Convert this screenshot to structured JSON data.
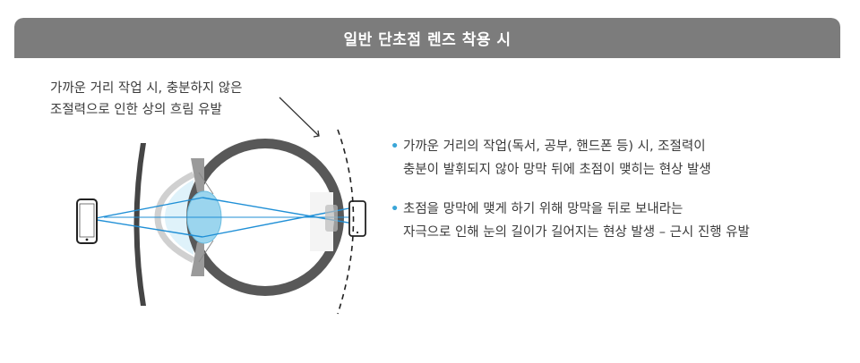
{
  "header": {
    "title": "일반 단초점 렌즈 착용 시"
  },
  "callout": {
    "lines": [
      "가까운 거리 작업 시, 충분하지 않은",
      "조절력으로 인한 상의 흐림 유발"
    ]
  },
  "bullets": [
    {
      "lines": [
        "가까운 거리의 작업(독서, 공부, 핸드폰 등) 시, 조절력이",
        "충분이 발휘되지 않아 망막 뒤에 초점이 맺히는 현상 발생"
      ]
    },
    {
      "lines": [
        "초점을 망막에 맺게 하기 위해 망막을 뒤로 보내라는",
        "자극으로 인해 눈의 길이가 길어지는 현상 발생  –  근시 진행 유발"
      ]
    }
  ],
  "icons": {
    "bullet": "•",
    "phone_left": "smartphone-icon",
    "phone_right": "smartphone-icon"
  },
  "colors": {
    "header_bg": "#7c7c7c",
    "accent_blue": "#1f8fd6",
    "lens_blue": "#bfe6f5",
    "eye_gray": "#555555",
    "bullet_dot": "#3aa6d8"
  }
}
